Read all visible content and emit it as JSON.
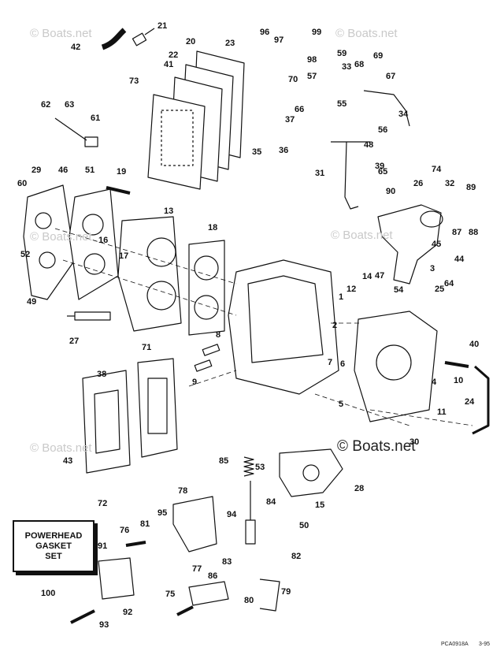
{
  "watermark": "© Boats.net",
  "brand": "© Boats.net",
  "kit_label": [
    "POWERHEAD",
    "GASKET",
    "SET"
  ],
  "footer": {
    "code": "PCA0918A",
    "date": "3-95"
  },
  "callouts": [
    "1",
    "2",
    "3",
    "4",
    "5",
    "6",
    "7",
    "8",
    "9",
    "10",
    "11",
    "12",
    "13",
    "14",
    "15",
    "16",
    "17",
    "18",
    "19",
    "20",
    "21",
    "22",
    "23",
    "24",
    "25",
    "26",
    "27",
    "28",
    "29",
    "30",
    "31",
    "32",
    "33",
    "34",
    "35",
    "36",
    "37",
    "38",
    "39",
    "40",
    "41",
    "42",
    "43",
    "44",
    "45",
    "46",
    "47",
    "48",
    "49",
    "50",
    "51",
    "52",
    "53",
    "54",
    "55",
    "56",
    "57",
    "59",
    "60",
    "61",
    "62",
    "63",
    "64",
    "65",
    "66",
    "67",
    "68",
    "69",
    "70",
    "71",
    "72",
    "73",
    "74",
    "75",
    "76",
    "77",
    "78",
    "79",
    "80",
    "81",
    "82",
    "83",
    "84",
    "85",
    "86",
    "87",
    "88",
    "89",
    "90",
    "91",
    "92",
    "93",
    "94",
    "95",
    "96",
    "97",
    "98",
    "99",
    "100"
  ]
}
